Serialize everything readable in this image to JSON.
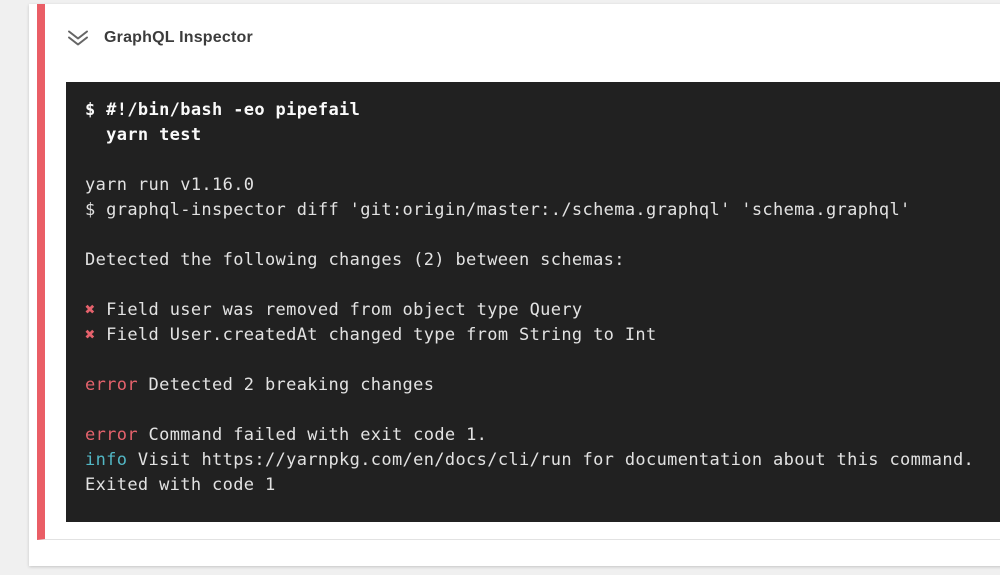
{
  "colors": {
    "page_bg": "#f0f0f0",
    "card_bg": "#ffffff",
    "accent_red": "#ea5e66",
    "step_border": "#e2e2e2",
    "title_text": "#3c3c3c",
    "icon_gray": "#666666",
    "terminal_bg": "#212121",
    "terminal_text": "#e2e2e2",
    "command_text": "#fafafa",
    "error_red": "#e5626c",
    "info_cyan": "#52b7c5"
  },
  "step": {
    "title": "GraphQL Inspector",
    "collapse_icon": "double-chevron-down-icon",
    "status": "failed"
  },
  "terminal": {
    "lines": [
      {
        "segments": [
          {
            "kind": "command",
            "text": "$ #!/bin/bash -eo pipefail"
          }
        ]
      },
      {
        "segments": [
          {
            "kind": "command",
            "text": "  yarn test"
          }
        ]
      },
      {
        "segments": []
      },
      {
        "segments": [
          {
            "kind": "plain",
            "text": "yarn run v1.16.0"
          }
        ]
      },
      {
        "segments": [
          {
            "kind": "plain",
            "text": "$ graphql-inspector diff 'git:origin/master:./schema.graphql' 'schema.graphql'"
          }
        ]
      },
      {
        "segments": []
      },
      {
        "segments": [
          {
            "kind": "plain",
            "text": "Detected the following changes (2) between schemas:"
          }
        ]
      },
      {
        "segments": []
      },
      {
        "segments": [
          {
            "kind": "error",
            "text": "✖"
          },
          {
            "kind": "plain",
            "text": " Field user was removed from object type Query"
          }
        ]
      },
      {
        "segments": [
          {
            "kind": "error",
            "text": "✖"
          },
          {
            "kind": "plain",
            "text": " Field User.createdAt changed type from String to Int"
          }
        ]
      },
      {
        "segments": []
      },
      {
        "segments": [
          {
            "kind": "error",
            "text": "error"
          },
          {
            "kind": "plain",
            "text": " Detected 2 breaking changes"
          }
        ]
      },
      {
        "segments": []
      },
      {
        "segments": [
          {
            "kind": "error",
            "text": "error"
          },
          {
            "kind": "plain",
            "text": " Command failed with exit code 1."
          }
        ]
      },
      {
        "segments": [
          {
            "kind": "info",
            "text": "info"
          },
          {
            "kind": "plain",
            "text": " Visit https://yarnpkg.com/en/docs/cli/run for documentation about this command."
          }
        ]
      },
      {
        "segments": [
          {
            "kind": "plain",
            "text": "Exited with code 1"
          }
        ]
      }
    ]
  }
}
